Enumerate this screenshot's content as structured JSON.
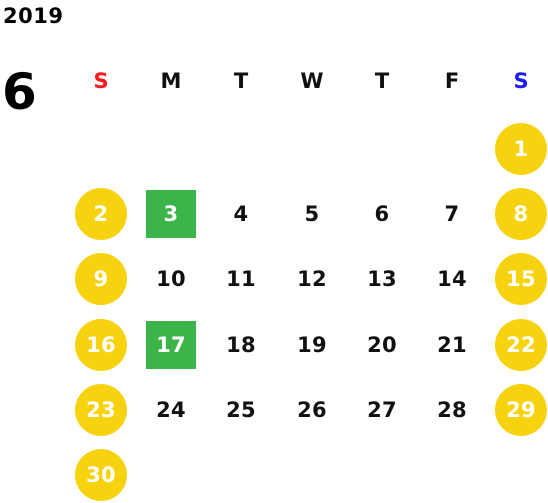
{
  "calendar": {
    "year": "2019",
    "month": "6",
    "weekdays": [
      {
        "label": "S",
        "color": "#ff1a1a"
      },
      {
        "label": "M",
        "color": "#111111"
      },
      {
        "label": "T",
        "color": "#111111"
      },
      {
        "label": "W",
        "color": "#111111"
      },
      {
        "label": "T",
        "color": "#111111"
      },
      {
        "label": "F",
        "color": "#111111"
      },
      {
        "label": "S",
        "color": "#1a1aff"
      }
    ],
    "weeks": [
      [
        null,
        null,
        null,
        null,
        null,
        null,
        {
          "day": "1",
          "style": "holiday"
        }
      ],
      [
        {
          "day": "2",
          "style": "holiday"
        },
        {
          "day": "3",
          "style": "mark"
        },
        {
          "day": "4"
        },
        {
          "day": "5"
        },
        {
          "day": "6"
        },
        {
          "day": "7"
        },
        {
          "day": "8",
          "style": "holiday"
        }
      ],
      [
        {
          "day": "9",
          "style": "holiday"
        },
        {
          "day": "10"
        },
        {
          "day": "11"
        },
        {
          "day": "12"
        },
        {
          "day": "13"
        },
        {
          "day": "14"
        },
        {
          "day": "15",
          "style": "holiday"
        }
      ],
      [
        {
          "day": "16",
          "style": "holiday"
        },
        {
          "day": "17",
          "style": "mark"
        },
        {
          "day": "18"
        },
        {
          "day": "19"
        },
        {
          "day": "20"
        },
        {
          "day": "21"
        },
        {
          "day": "22",
          "style": "holiday"
        }
      ],
      [
        {
          "day": "23",
          "style": "holiday"
        },
        {
          "day": "24"
        },
        {
          "day": "25"
        },
        {
          "day": "26"
        },
        {
          "day": "27"
        },
        {
          "day": "28"
        },
        {
          "day": "29",
          "style": "holiday"
        }
      ],
      [
        {
          "day": "30",
          "style": "holiday"
        },
        null,
        null,
        null,
        null,
        null,
        null
      ]
    ],
    "colors": {
      "holiday": "#f7d20f",
      "mark": "#3bb54a"
    }
  }
}
